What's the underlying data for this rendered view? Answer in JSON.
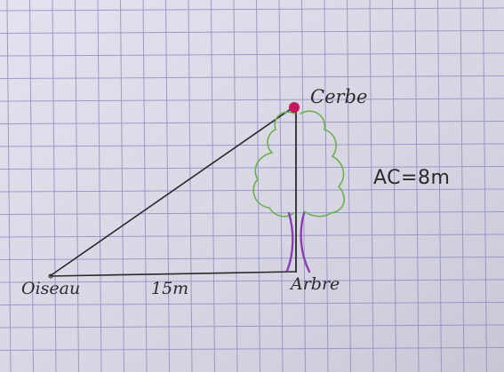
{
  "diagram": {
    "labels": {
      "bird": "Oiseau",
      "distance": "15m",
      "tree": "Arbre",
      "top": "Cerbe",
      "height": "AC=8m"
    },
    "colors": {
      "paper": "#d6d3e0",
      "grid": "#8e8fc6",
      "ink": "#2a2a2a",
      "foliage": "#6ab04c",
      "trunk": "#8a3fb0",
      "bird_dot": "#c2185b"
    }
  }
}
